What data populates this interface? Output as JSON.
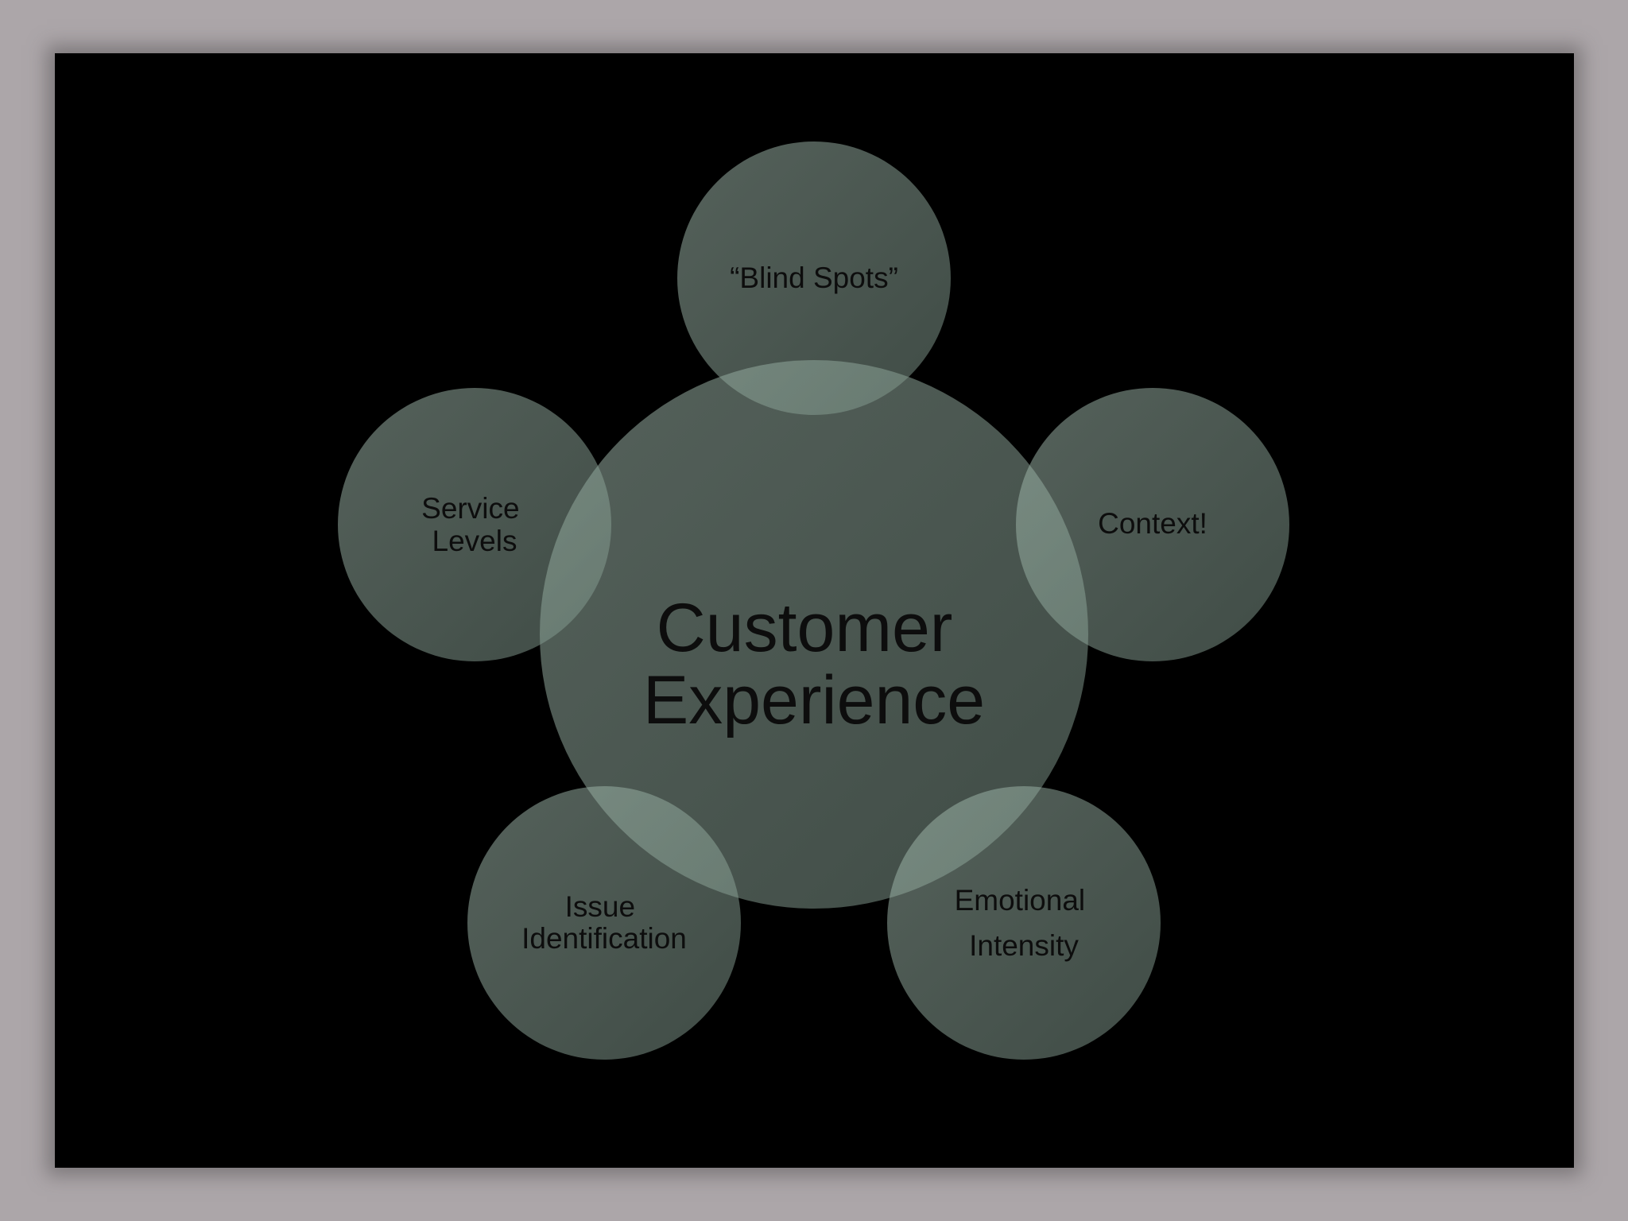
{
  "diagram": {
    "center": {
      "lines": [
        "Customer",
        "Experience"
      ]
    },
    "satellites": [
      {
        "id": "blind-spots",
        "lines": [
          "“Blind Spots”"
        ]
      },
      {
        "id": "context",
        "lines": [
          "Context!"
        ]
      },
      {
        "id": "emotional-intensity",
        "lines": [
          "Emotional",
          "Intensity"
        ]
      },
      {
        "id": "issue-identification",
        "lines": [
          "Issue",
          "Identification"
        ]
      },
      {
        "id": "service-levels",
        "lines": [
          "Service",
          "Levels"
        ]
      }
    ],
    "colors": {
      "slide_background": "#000000",
      "frame": "#aca6a9",
      "circle_fill": "#8fa89b",
      "text": "#0d0d0d"
    }
  }
}
